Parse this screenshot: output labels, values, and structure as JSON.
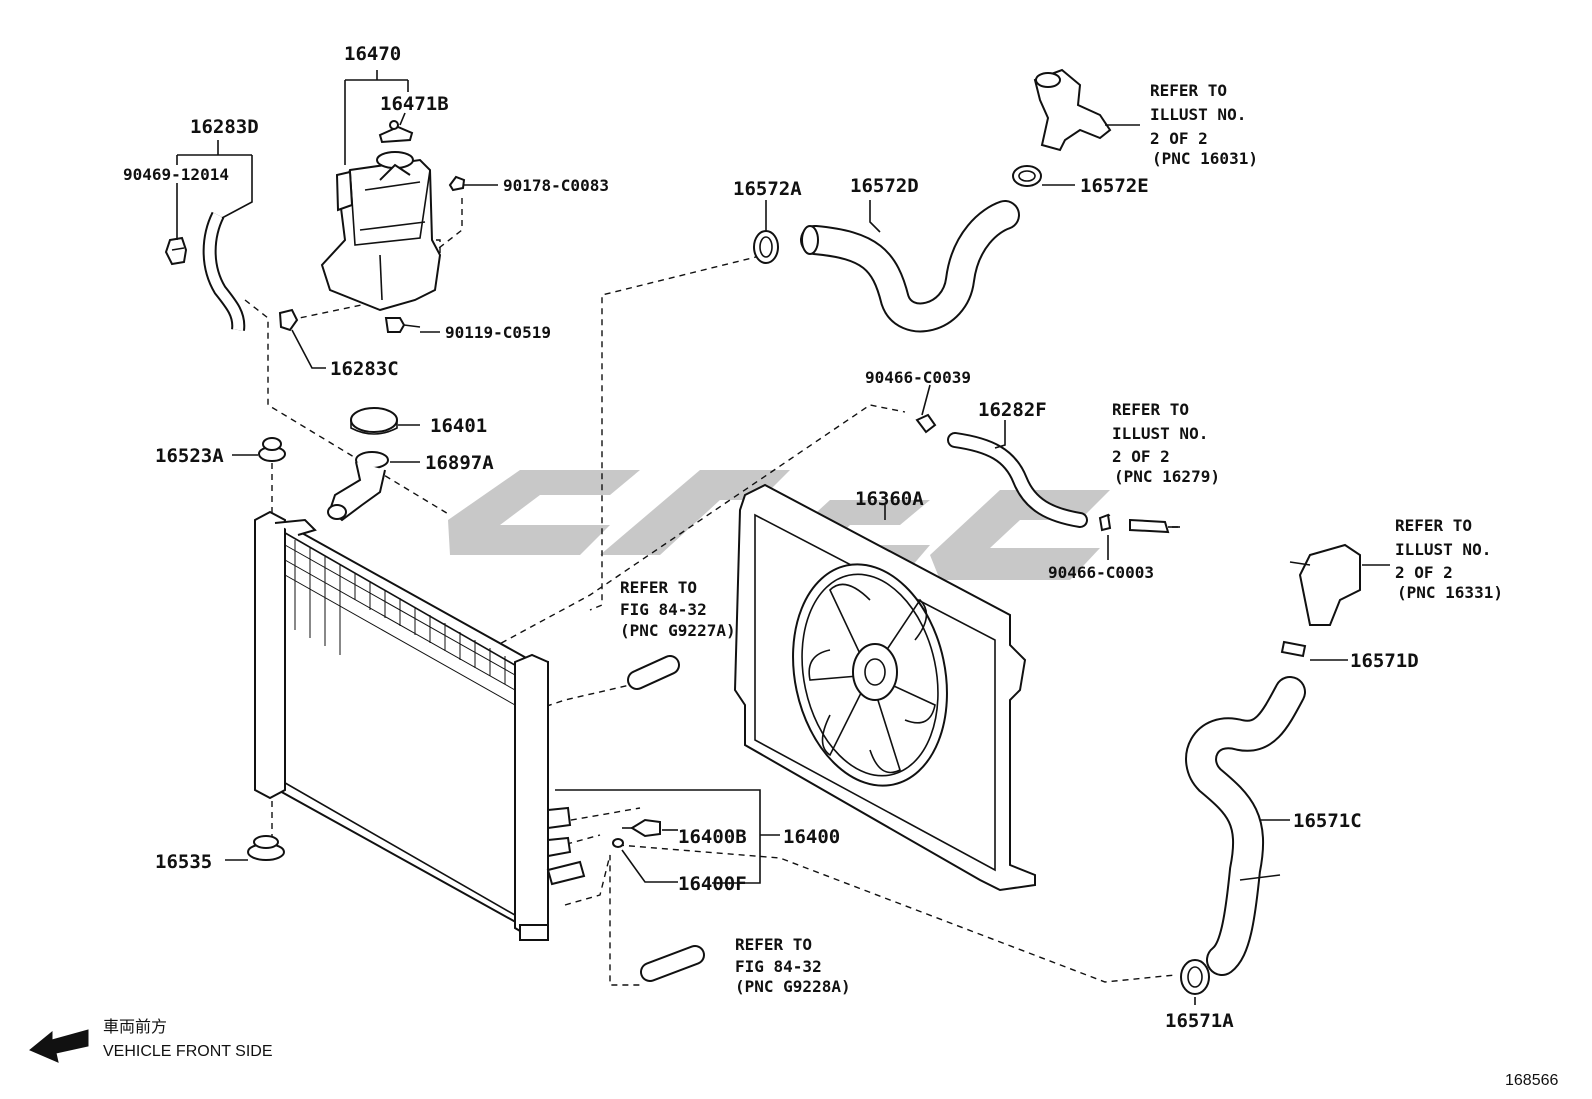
{
  "parts": {
    "p16470": "16470",
    "p16471B": "16471B",
    "p16283D": "16283D",
    "p90469_12014": "90469-12014",
    "p90178_C0083": "90178-C0083",
    "p90119_C0519": "90119-C0519",
    "p16283C": "16283C",
    "p16401": "16401",
    "p16897A": "16897A",
    "p16523A": "16523A",
    "p16572A": "16572A",
    "p16572D": "16572D",
    "p16572E": "16572E",
    "p90466_C0039": "90466-C0039",
    "p16282F": "16282F",
    "p90466_C0003": "90466-C0003",
    "p16360A": "16360A",
    "p16571D": "16571D",
    "p16571C": "16571C",
    "p16571A": "16571A",
    "p16400B": "16400B",
    "p16400": "16400",
    "p16400F": "16400F",
    "p16535": "16535"
  },
  "refs": {
    "r1": {
      "l1": "REFER TO",
      "l2": "ILLUST NO.",
      "l3": "2 OF 2",
      "l4": "(PNC 16031)"
    },
    "r2": {
      "l1": "REFER TO",
      "l2": "ILLUST NO.",
      "l3": "2 OF 2",
      "l4": "(PNC 16279)"
    },
    "r3": {
      "l1": "REFER TO",
      "l2": "ILLUST NO.",
      "l3": "2 OF 2",
      "l4": "(PNC 16331)"
    },
    "r4": {
      "l1": "REFER TO",
      "l2": "FIG 84-32",
      "l3": "(PNC G9227A)"
    },
    "r5": {
      "l1": "REFER TO",
      "l2": "FIG 84-32",
      "l3": "(PNC G9228A)"
    }
  },
  "direction": {
    "jp": "車両前方",
    "en": "VEHICLE FRONT SIDE"
  },
  "illustration_number": "168566",
  "icons": {
    "direction_arrow": "arrow-left-icon"
  }
}
